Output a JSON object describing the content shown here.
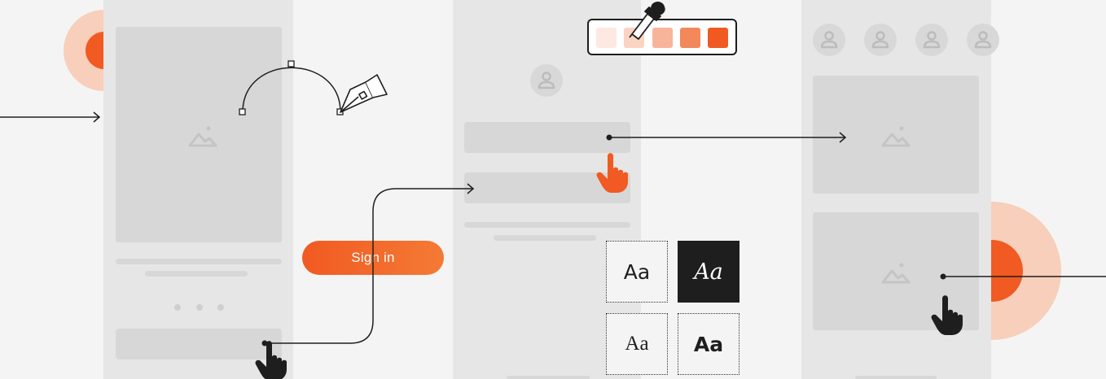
{
  "colors": {
    "background": "#f4f4f4",
    "phone": "#e6e6e6",
    "placeholder": "#d7d7d7",
    "icon": "#c4c4c4",
    "accent": "#f15a22",
    "accent_light": "#f8c8b0",
    "ink": "#1e1e1e"
  },
  "button": {
    "label": "Sign in"
  },
  "palette": {
    "swatches": [
      "#fde9e2",
      "#fbd3c3",
      "#f8b49a",
      "#f3885a",
      "#f05a22"
    ]
  },
  "fonts": [
    {
      "label": "Aa",
      "style": "sans",
      "dark": false
    },
    {
      "label": "Aa",
      "style": "script",
      "dark": true
    },
    {
      "label": "Aa",
      "style": "serif",
      "dark": false
    },
    {
      "label": "Aa",
      "style": "bold-sans",
      "dark": false
    }
  ],
  "icons": {
    "image_placeholder": "image-icon",
    "avatar": "user-icon",
    "cursor": "hand-pointer-icon",
    "pen": "pen-tool-icon",
    "eyedropper": "eyedropper-icon"
  },
  "carousel": {
    "dot_count": 3
  }
}
